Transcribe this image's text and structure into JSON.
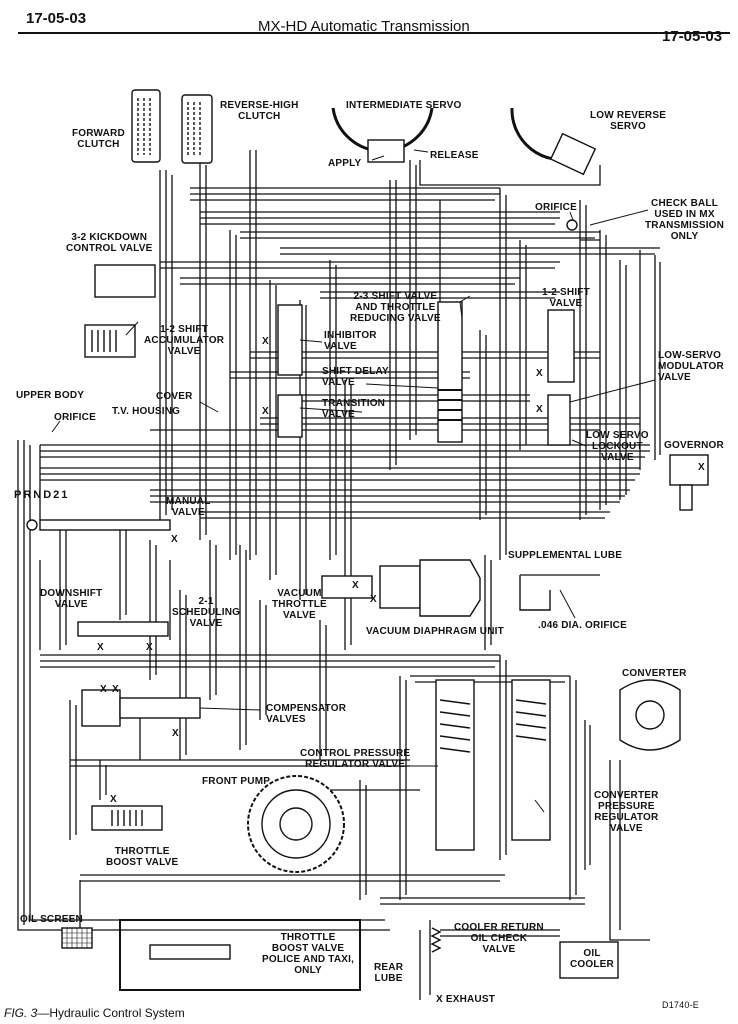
{
  "header": {
    "left_code": "17-05-03",
    "title": "MX-HD Automatic Transmission",
    "right_code": "17-05-03"
  },
  "labels": {
    "forward_clutch": "FORWARD\nCLUTCH",
    "reverse_high_clutch": "REVERSE-HIGH\nCLUTCH",
    "intermediate_servo": "INTERMEDIATE SERVO",
    "low_reverse_servo": "LOW REVERSE\nSERVO",
    "apply": "APPLY",
    "release": "RELEASE",
    "orifice_top": "ORIFICE",
    "check_ball": "CHECK BALL\nUSED IN MX\nTRANSMISSION\nONLY",
    "kickdown_valve": "3-2 KICKDOWN\nCONTROL VALVE",
    "shift_23": "2-3 SHIFT VALVE\nAND THROTTLE\nREDUCING VALVE",
    "shift_12": "1-2 SHIFT\nVALVE",
    "accumulator": "1-2 SHIFT\nACCUMULATOR\nVALVE",
    "inhibitor": "INHIBITOR\nVALVE",
    "shift_delay": "SHIFT DELAY\nVALVE",
    "low_servo_modulator": "LOW-SERVO\nMODULATOR\nVALVE",
    "upper_body": "UPPER BODY",
    "cover": "COVER",
    "orifice_left": "ORIFICE",
    "tv_housing": "T.V. HOUSING",
    "transition": "TRANSITION\nVALVE",
    "low_servo_lockout": "LOW SERVO\nLOCKOUT\nVALVE",
    "governor": "GOVERNOR",
    "prnd21": "PRND21",
    "manual_valve": "MANUAL\nVALVE",
    "supplemental_lube": "SUPPLEMENTAL LUBE",
    "downshift": "DOWNSHIFT\nVALVE",
    "scheduling": "2-1\nSCHEDULING\nVALVE",
    "vacuum_throttle": "VACUUM\nTHROTTLE\nVALVE",
    "vacuum_unit": "VACUUM DIAPHRAGM UNIT",
    "dia_orifice": ".046 DIA. ORIFICE",
    "converter": "CONVERTER",
    "compensator": "COMPENSATOR\nVALVES",
    "control_pressure": "CONTROL PRESSURE\nREGULATOR VALVE",
    "front_pump": "FRONT PUMP",
    "converter_pressure": "CONVERTER\nPRESSURE\nREGULATOR\nVALVE",
    "throttle_boost": "THROTTLE\nBOOST VALVE",
    "oil_screen": "OIL SCREEN",
    "throttle_boost_police": "THROTTLE\nBOOST VALVE\nPOLICE AND TAXI,\nONLY",
    "cooler_return": "COOLER RETURN\nOIL CHECK\nVALVE",
    "oil_cooler": "OIL\nCOOLER",
    "rear_lube": "REAR\nLUBE",
    "exhaust": "X  EXHAUST",
    "drawing_no": "D1740-E"
  },
  "caption": {
    "fig": "FIG. 3",
    "text": "—Hydraulic Control System"
  }
}
